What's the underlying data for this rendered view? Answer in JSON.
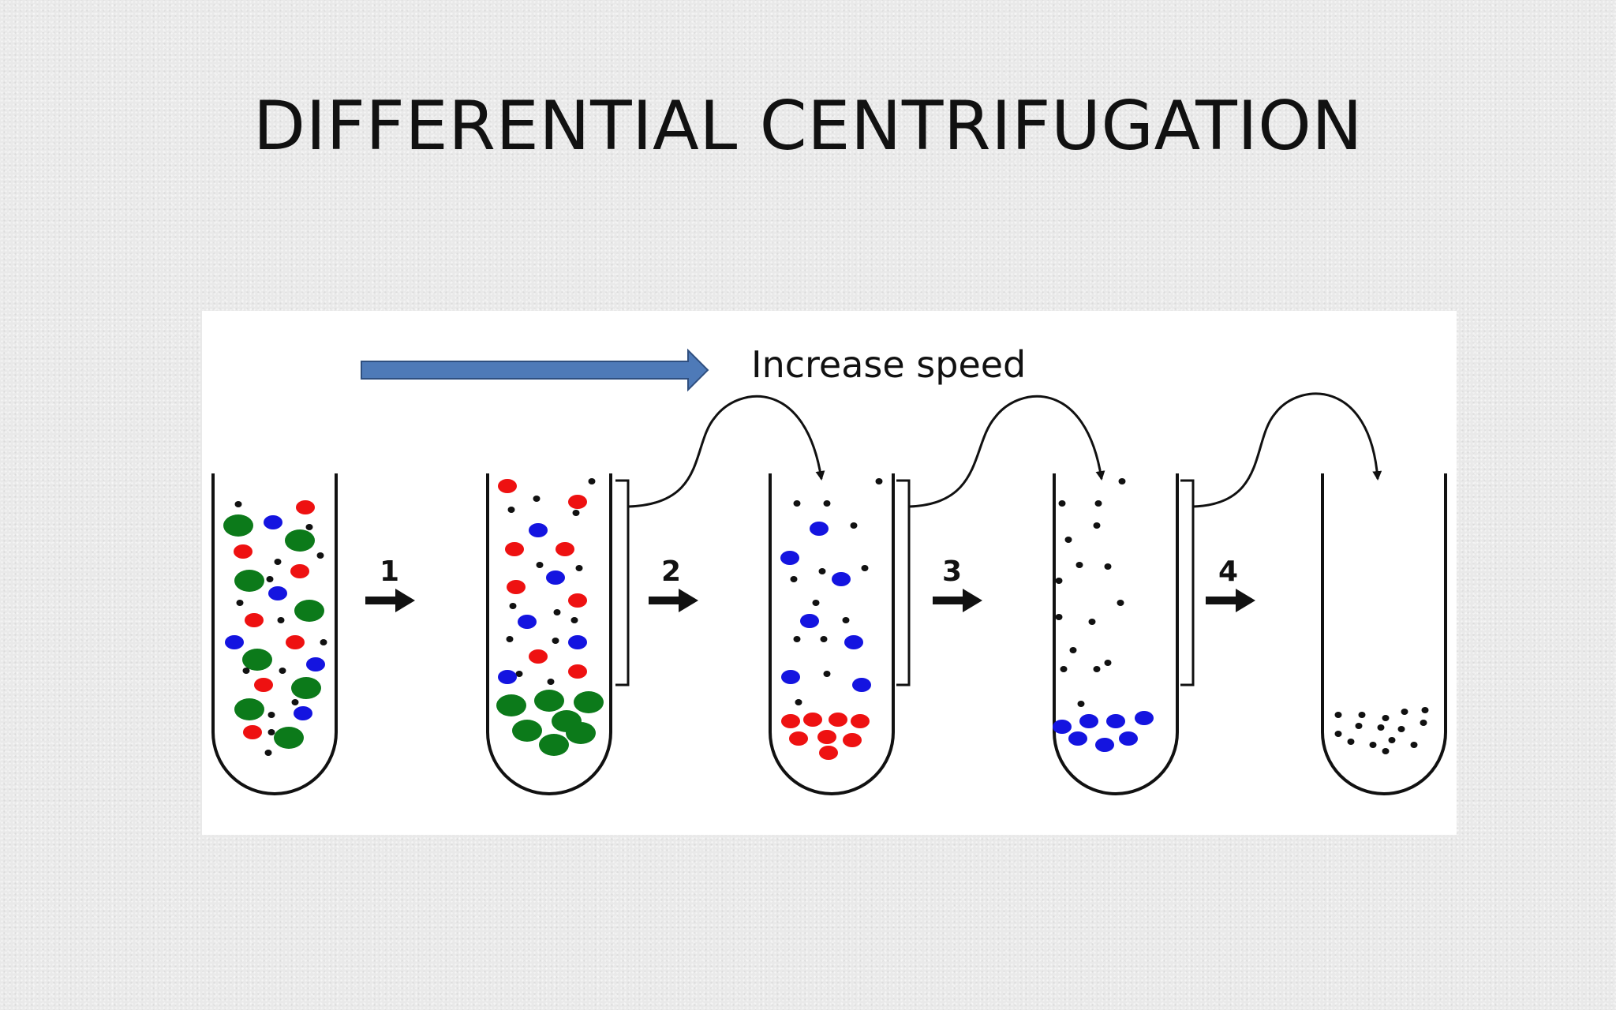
{
  "slide": {
    "title": "DIFFERENTIAL CENTRIFUGATION"
  },
  "diagram": {
    "speed_label": "Increase speed",
    "steps": [
      "1",
      "2",
      "3",
      "4"
    ],
    "colors": {
      "large_particle": "#0c7a1a",
      "medium_particle": "#ee1111",
      "small_particle": "#1414e0",
      "tiny_particle": "#111111",
      "speed_arrow_fill": "#4e7ab8",
      "speed_arrow_stroke": "#2f4f7f"
    }
  }
}
